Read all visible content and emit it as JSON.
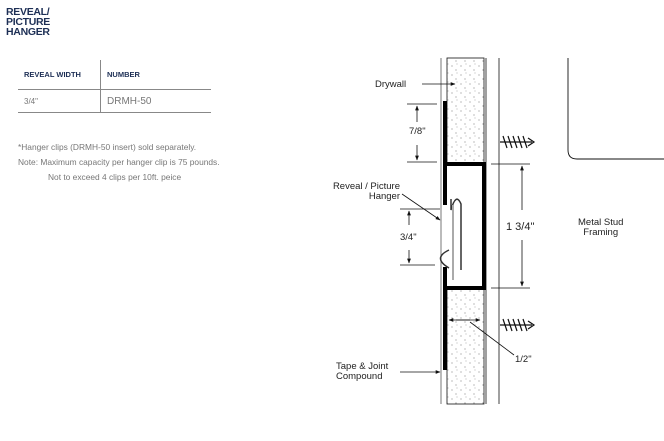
{
  "title": [
    "REVEAL/",
    "PICTURE",
    "HANGER"
  ],
  "table": {
    "headers": [
      "REVEAL WIDTH",
      "NUMBER"
    ],
    "rows": [
      [
        "3/4\"",
        "DRMH-50"
      ]
    ]
  },
  "notes": [
    "*Hanger clips  (DRMH-50 insert) sold separately.",
    "Note: Maximum capacity per hanger clip is 75 pounds.",
    "Not to exceed 4 clips per 10ft. peice"
  ],
  "diagram": {
    "drywall": "Drywall",
    "dim_top": "7/8\"",
    "reveal": "Reveal / Picture",
    "reveal2": "Hanger",
    "dim_reveal": "3/4\"",
    "dim_channel": "1 3/4\"",
    "stud": "Metal Stud",
    "stud2": "Framing",
    "dim_half": "1/2\"",
    "tape": "Tape & Joint",
    "tape2": "Compound"
  }
}
